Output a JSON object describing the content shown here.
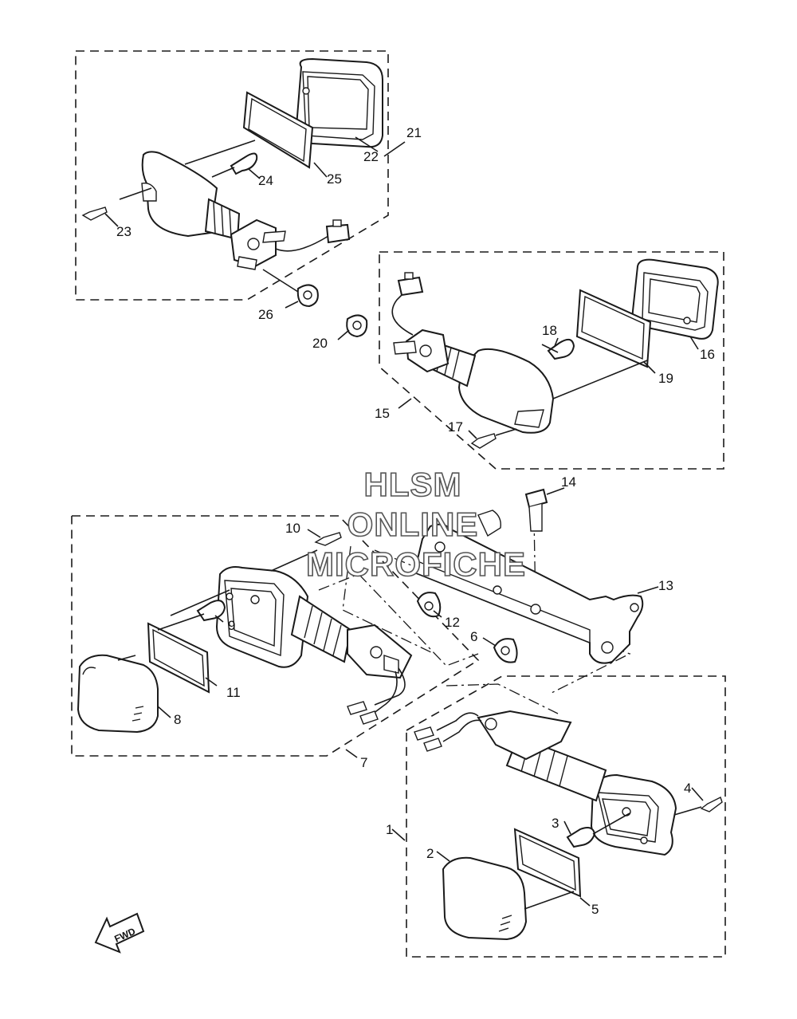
{
  "diagram": {
    "watermark": [
      "HLSM",
      "ONLINE",
      "MICROFICHE"
    ],
    "direction_label": "FWD",
    "callouts": {
      "c1": "1",
      "c2": "2",
      "c3": "3",
      "c4": "4",
      "c5": "5",
      "c6": "6",
      "c7": "7",
      "c8": "8",
      "c9": "9",
      "c10": "10",
      "c11": "11",
      "c12": "12",
      "c13": "13",
      "c14": "14",
      "c15": "15",
      "c16": "16",
      "c17": "17",
      "c18": "18",
      "c19": "19",
      "c20": "20",
      "c21": "21",
      "c22": "22",
      "c23": "23",
      "c24": "24",
      "c25": "25",
      "c26": "26"
    }
  }
}
